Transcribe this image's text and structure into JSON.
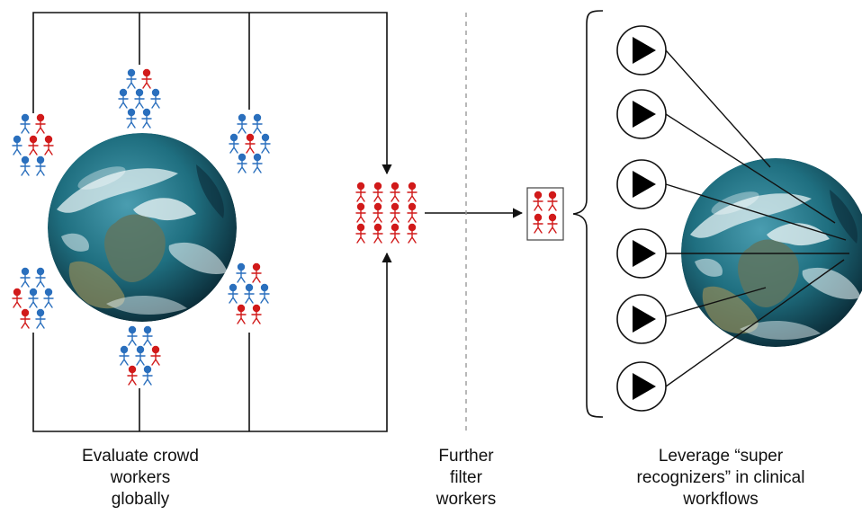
{
  "captions": {
    "evaluate": [
      "Evaluate crowd",
      "workers",
      "globally"
    ],
    "filter": [
      "Further",
      "filter",
      "workers"
    ],
    "leverage": [
      "Leverage “super",
      "recognizers” in clinical",
      "workflows"
    ]
  },
  "colors": {
    "blue_worker": "#2a6fbd",
    "red_worker": "#d11a1a",
    "ocean_dark": "#0f3a4a",
    "ocean": "#1f6f80",
    "cloud": "#e6f1f3",
    "land": "#6b7d5a",
    "line": "#111111",
    "divider": "#999999"
  },
  "icons": {
    "worker": "person-icon",
    "globe": "earth-globe-icon",
    "play": "play-icon"
  },
  "groups": {
    "globe_worker_groups": 6,
    "candidate_workers": 12,
    "filtered_workers": 4,
    "super_recognizers": 6
  }
}
